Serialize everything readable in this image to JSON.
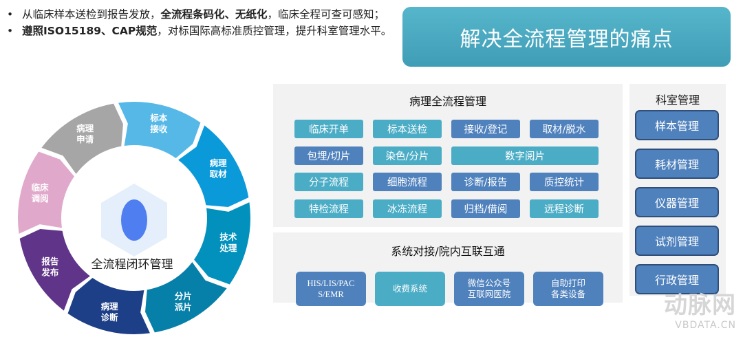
{
  "bullets": [
    {
      "prefix": "从临床样本送检到报告发放，",
      "bold": "全流程条码化、无纸化",
      "suffix": "，临床全程可查可感知；"
    },
    {
      "prefix": "",
      "bold": "遵照ISO15189、CAP规范",
      "suffix": "，对标国际高标准质控管理，提升科室管理水平。"
    }
  ],
  "banner": "解决全流程管理的痛点",
  "cycle": {
    "center_label": "全流程闭环管理",
    "segments": [
      {
        "l1": "标本",
        "l2": "接收",
        "color": "#56b8e6"
      },
      {
        "l1": "病理",
        "l2": "取材",
        "color": "#0b9ad9"
      },
      {
        "l1": "技术",
        "l2": "处理",
        "color": "#0291bd"
      },
      {
        "l1": "分片",
        "l2": "派片",
        "color": "#0780a9"
      },
      {
        "l1": "病理",
        "l2": "诊断",
        "color": "#1c3f87"
      },
      {
        "l1": "报告",
        "l2": "发布",
        "color": "#5f3489"
      },
      {
        "l1": "临床",
        "l2": "调阅",
        "color": "#e0a9cb"
      },
      {
        "l1": "病理",
        "l2": "申请",
        "color": "#a6a6a6"
      }
    ]
  },
  "workflow": {
    "title": "病理全流程管理",
    "buttons": [
      "临床开单",
      "标本送检",
      "接收/登记",
      "取材/脱水",
      "包埋/切片",
      "染色/分片",
      "数字阅片",
      "分子流程",
      "细胞流程",
      "诊断/报告",
      "质控统计",
      "特检流程",
      "冰冻流程",
      "归档/借阅",
      "远程诊断"
    ]
  },
  "integration": {
    "title": "系统对接/院内互联互通",
    "buttons": [
      {
        "l1": "HIS/LIS/PAC",
        "l2": "S/EMR"
      },
      {
        "l1": "收费系统",
        "l2": ""
      },
      {
        "l1": "微信公众号",
        "l2": "互联网医院"
      },
      {
        "l1": "自助打印",
        "l2": "各类设备"
      }
    ]
  },
  "department": {
    "title": "科室管理",
    "items": [
      "样本管理",
      "耗材管理",
      "仪器管理",
      "试剂管理",
      "行政管理"
    ]
  },
  "watermark": {
    "logo": "动脉网",
    "url": "VBDATA.CN"
  },
  "colors": {
    "teal": "#4bacc6",
    "blue": "#4f81bd"
  }
}
